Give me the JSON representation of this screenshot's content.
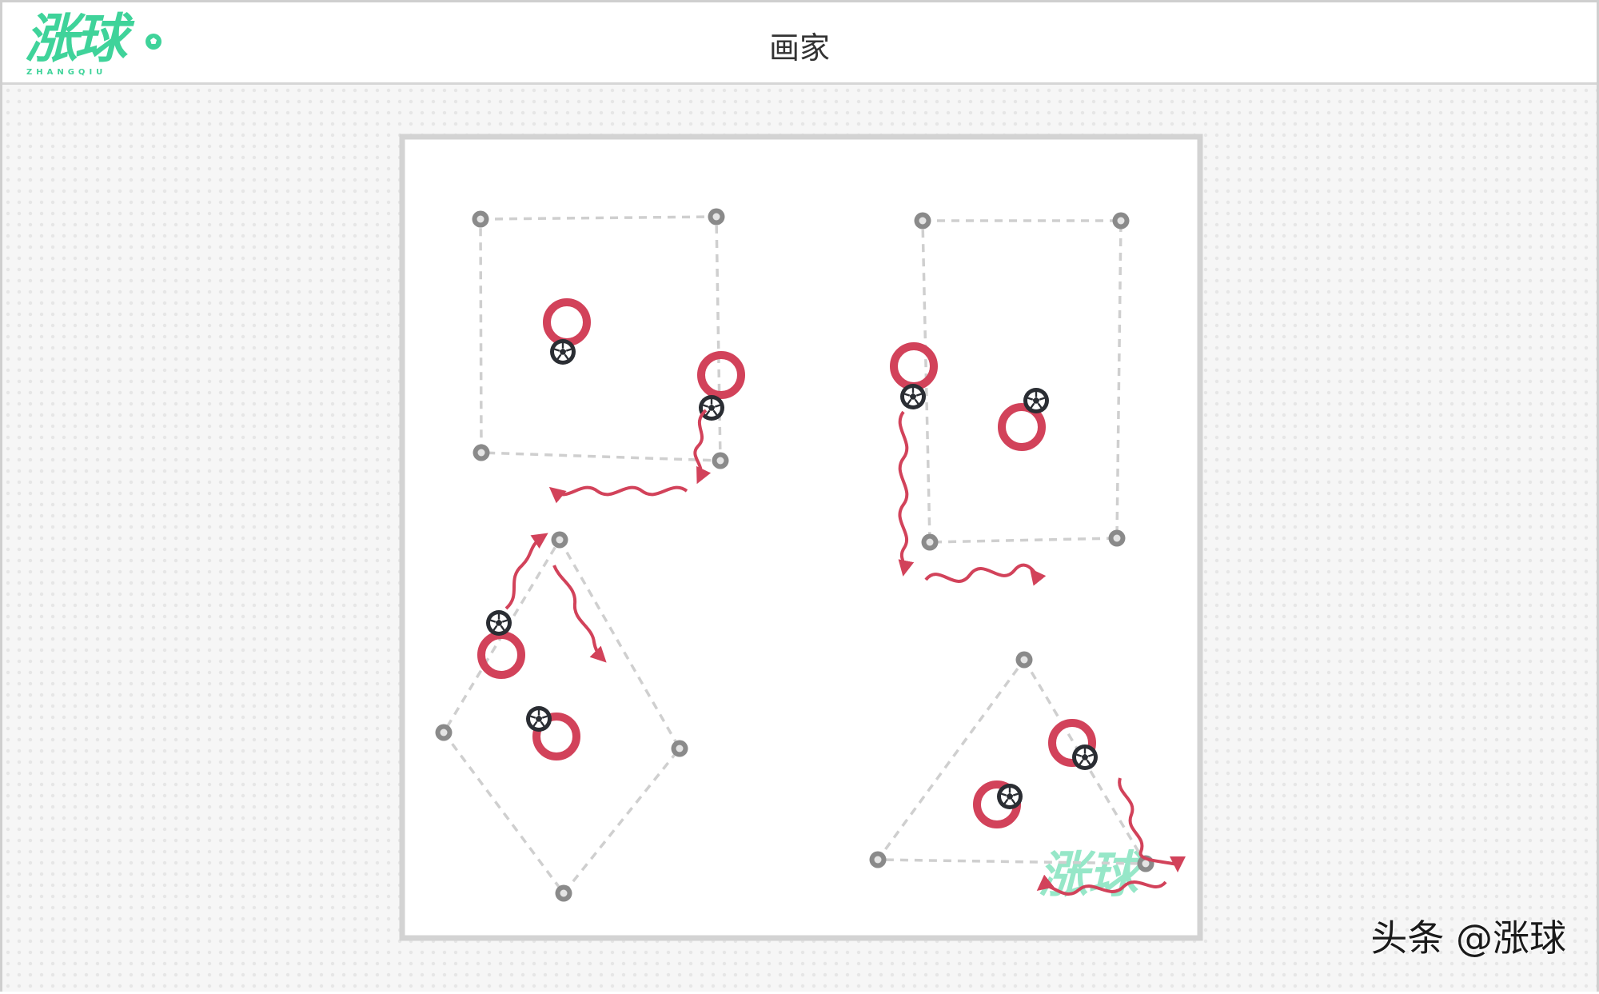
{
  "header": {
    "logo_text": "涨球",
    "logo_subtext": "ZHANGQIU",
    "title": "画家"
  },
  "field_watermark": "涨球",
  "watermark": "头条 @涨球",
  "colors": {
    "accent": "#3fd39a",
    "ring": "#d2425a",
    "run": "#d2425a",
    "cone": "#888888",
    "dash": "#cfcfcf",
    "ball": "#2a2d33",
    "field_border": "#d3d3d3"
  },
  "icons": [
    "soccer-ball-icon",
    "cone-icon",
    "player-ring-icon"
  ]
}
